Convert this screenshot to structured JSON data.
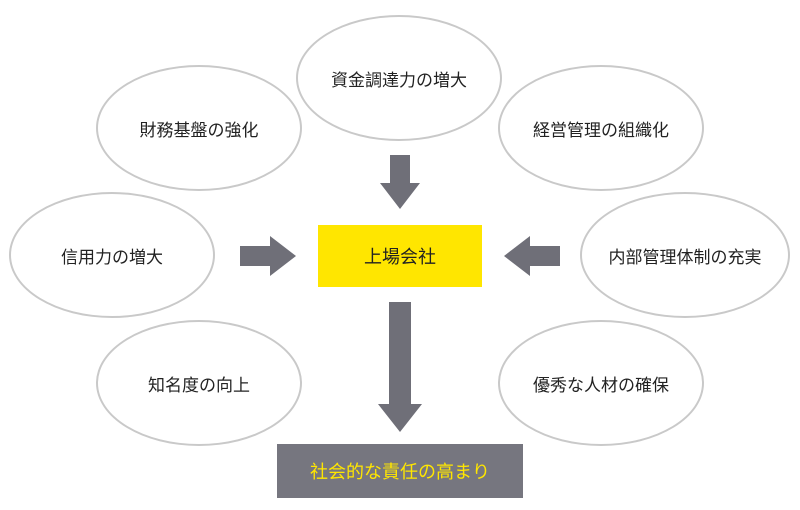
{
  "center": {
    "label": "上場会社"
  },
  "result": {
    "label": "社会的な責任の高まり"
  },
  "benefits": [
    {
      "label": "資金調達力の増大"
    },
    {
      "label": "財務基盤の強化"
    },
    {
      "label": "経営管理の組織化"
    },
    {
      "label": "信用力の増大"
    },
    {
      "label": "内部管理体制の充実"
    },
    {
      "label": "知名度の向上"
    },
    {
      "label": "優秀な人材の確保"
    }
  ],
  "colors": {
    "center_fill": "#ffe600",
    "result_fill": "#76767f",
    "result_text": "#ffe600",
    "arrow": "#6f6f78",
    "ellipse_border": "#c9c9c9"
  }
}
